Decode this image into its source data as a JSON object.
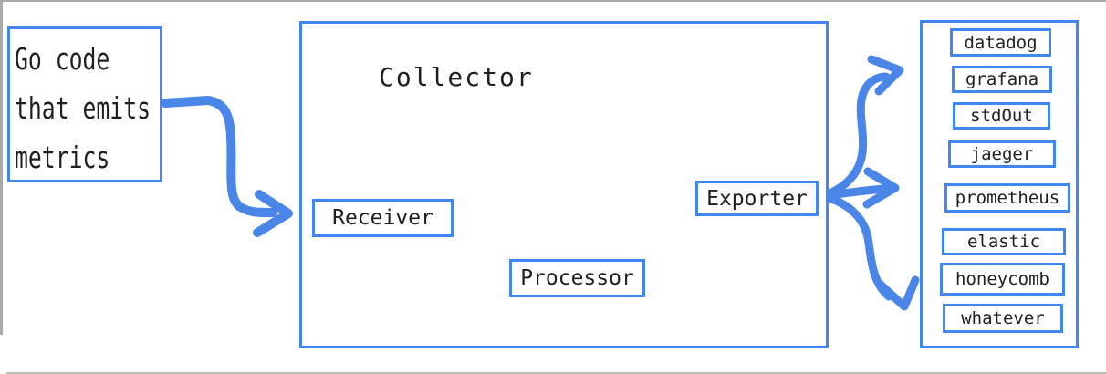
{
  "colors": {
    "box_border": "#4285f4",
    "arrow": "#4a86e8",
    "frame_line": "#a9a9a9",
    "text": "#1f1f1f"
  },
  "source_box": {
    "lines": [
      "Go code",
      "that emits",
      "metrics"
    ]
  },
  "collector": {
    "title": "Collector",
    "stages": [
      {
        "label": "Receiver"
      },
      {
        "label": "Processor"
      },
      {
        "label": "Exporter"
      }
    ]
  },
  "destinations": {
    "items": [
      "datadog",
      "grafana",
      "stdOut",
      "jaeger",
      "prometheus",
      "elastic",
      "honeycomb",
      "whatever"
    ]
  }
}
